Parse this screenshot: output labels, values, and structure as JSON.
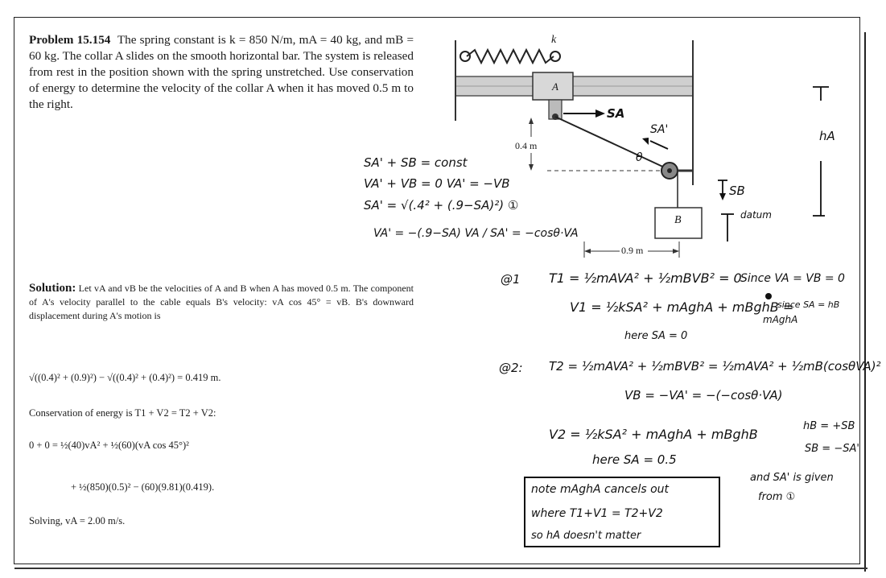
{
  "problem": {
    "label": "Problem 15.154",
    "text": "The spring constant is k = 850 N/m, mA = 40 kg, and mB = 60 kg. The collar A slides on the smooth horizontal bar. The system is released from rest in the position shown with the spring unstretched. Use conservation of energy to determine the velocity of the collar A when it has moved 0.5 m to the right."
  },
  "figure": {
    "spring_label": "k",
    "collar_label": "A",
    "mass_label": "B",
    "dim_vertical": "0.4 m",
    "dim_horizontal": "0.9 m",
    "sa_label": "SA",
    "sa_prime_label": "SA'",
    "theta_label": "θ",
    "sb_label": "SB",
    "datum_label": "datum",
    "ha_label": "hA"
  },
  "handwritten_left": {
    "line1": "SA' + SB = const",
    "line2": "VA' + VB = 0     VA' = −VB",
    "line3": "SA' = √(.4² + (.9−SA)²)   ①",
    "line4": "VA' = −(.9−SA) VA / SA' = −cosθ·VA"
  },
  "solution": {
    "head": "Solution:",
    "text": "Let vA and vB be the velocities of A and B when A has moved 0.5 m. The component of A's velocity parallel to the cable equals B's velocity: vA cos 45° = vB. B's downward displacement during A's motion is",
    "eq1": "√((0.4)² + (0.9)²) − √((0.4)² + (0.4)²) = 0.419 m.",
    "cons_text": "Conservation of energy is T1 + V2 = T2 + V2:",
    "eq2": "0 + 0 = ½(40)vA² + ½(60)(vA cos 45°)²",
    "eq3": "+ ½(850)(0.5)² − (60)(9.81)(0.419).",
    "answer": "Solving, vA = 2.00 m/s."
  },
  "handwritten_right": {
    "s1_label": "@1",
    "s1_T": "T1 = ½mAVA² + ½mBVB² = 0",
    "s1_since": "Since VA = VB = 0",
    "s1_V": "V1 = ½kSA² + mAghA + mBghB =",
    "s1_V_result": "mAghA",
    "s1_since2": "since SA = hB",
    "s1_here": "here SA = 0",
    "s2_label": "@2:",
    "s2_T": "T2 = ½mAVA² + ½mBVB² = ½mAVA² + ½mB(cosθVA)²",
    "s2_VB": "VB = −VA' = −(−cosθ·VA)",
    "s2_V": "V2 = ½kSA² + mAghA + mBghB",
    "s2_hb": "hB = +SB",
    "s2_sb": "SB = −SA'",
    "s2_here": "here SA = 0.5",
    "s2_and1": "and SA' is given",
    "s2_and2": "from ①",
    "note1": "note  mAghA cancels out",
    "note2": "where T1+V1 = T2+V2",
    "note3": "so hA doesn't matter"
  }
}
